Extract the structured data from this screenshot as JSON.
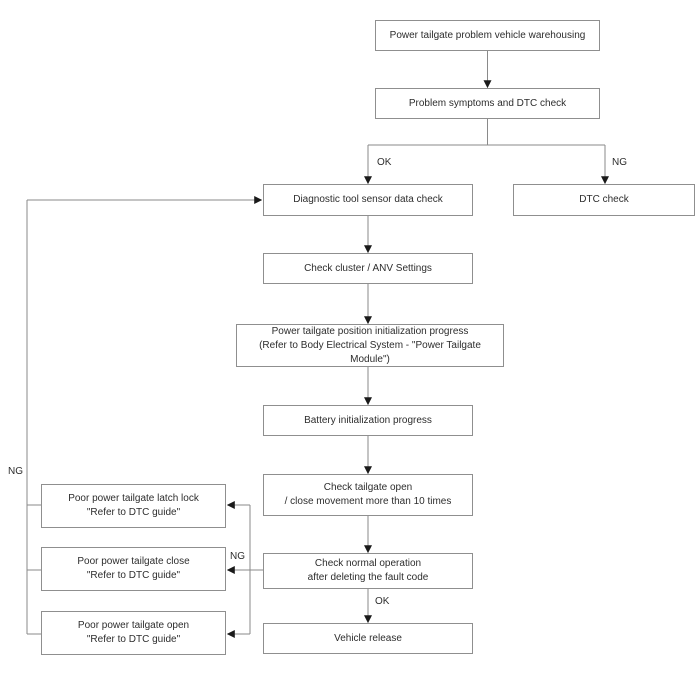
{
  "nodes": {
    "warehousing": {
      "label": "Power tailgate problem vehicle warehousing"
    },
    "symptoms": {
      "label": "Problem symptoms and DTC check"
    },
    "diagnostic": {
      "label": "Diagnostic tool sensor data check"
    },
    "dtc_check": {
      "label": "DTC check"
    },
    "cluster": {
      "label": "Check cluster / ANV Settings"
    },
    "position_init": {
      "label": "Power tailgate position initialization progress\n(Refer to Body Electrical System - \"Power Tailgate Module\")"
    },
    "battery_init": {
      "label": "Battery initialization progress"
    },
    "open_close_check": {
      "label": "Check tailgate open\n/ close movement more than 10 times"
    },
    "normal_operation": {
      "label": "Check normal operation\nafter deleting the fault code"
    },
    "vehicle_release": {
      "label": "Vehicle release"
    },
    "poor_latch_lock": {
      "label": "Poor power tailgate latch lock\n\"Refer to DTC guide\""
    },
    "poor_close": {
      "label": "Poor power tailgate close\n\"Refer to DTC guide\""
    },
    "poor_open": {
      "label": "Poor power tailgate open\n\"Refer to DTC guide\""
    }
  },
  "edge_labels": {
    "ok_top": "OK",
    "ng_top": "NG",
    "ng_left": "NG",
    "ng_loop": "NG",
    "ok_bottom": "OK"
  },
  "edges": [
    {
      "from": "warehousing",
      "to": "symptoms",
      "label": ""
    },
    {
      "from": "symptoms",
      "to": "diagnostic",
      "label": "OK"
    },
    {
      "from": "symptoms",
      "to": "dtc_check",
      "label": "NG"
    },
    {
      "from": "diagnostic",
      "to": "cluster",
      "label": ""
    },
    {
      "from": "cluster",
      "to": "position_init",
      "label": ""
    },
    {
      "from": "position_init",
      "to": "battery_init",
      "label": ""
    },
    {
      "from": "battery_init",
      "to": "open_close_check",
      "label": ""
    },
    {
      "from": "open_close_check",
      "to": "normal_operation",
      "label": ""
    },
    {
      "from": "normal_operation",
      "to": "vehicle_release",
      "label": "OK"
    },
    {
      "from": "normal_operation",
      "to": "poor_latch_lock",
      "label": "NG"
    },
    {
      "from": "normal_operation",
      "to": "poor_close",
      "label": "NG"
    },
    {
      "from": "normal_operation",
      "to": "poor_open",
      "label": "NG"
    },
    {
      "from": "poor_latch_lock",
      "to": "diagnostic",
      "label": "NG"
    },
    {
      "from": "poor_close",
      "to": "diagnostic",
      "label": "NG"
    },
    {
      "from": "poor_open",
      "to": "diagnostic",
      "label": "NG"
    }
  ],
  "colors": {
    "background": "#ffffff",
    "box_border": "#8f8f8f",
    "line": "#8a8a8a",
    "arrowhead": "#1a1a1a",
    "text": "#2d2d2d"
  }
}
